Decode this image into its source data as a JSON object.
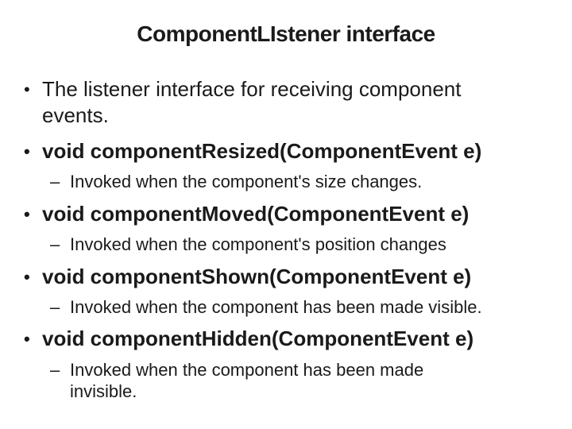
{
  "slide": {
    "title": "ComponentLIstener interface",
    "markers": {
      "level1": "•",
      "level2": "–"
    },
    "bullets": [
      {
        "level": 1,
        "style": "regular",
        "text": [
          "The listener interface for receiving component",
          "events."
        ]
      },
      {
        "level": 1,
        "style": "bold",
        "text": "void componentResized(ComponentEvent e)"
      },
      {
        "level": 2,
        "style": "regular",
        "text": "Invoked when the component's size changes."
      },
      {
        "level": 1,
        "style": "bold",
        "text": "void componentMoved(ComponentEvent e)"
      },
      {
        "level": 2,
        "style": "regular",
        "text": "Invoked when the component's position changes"
      },
      {
        "level": 1,
        "style": "bold",
        "text": "void componentShown(ComponentEvent e)"
      },
      {
        "level": 2,
        "style": "regular",
        "text": "Invoked when the component has been made visible."
      },
      {
        "level": 1,
        "style": "bold",
        "text": "void componentHidden(ComponentEvent e)"
      },
      {
        "level": 2,
        "style": "regular",
        "text": [
          "Invoked when the component has been made",
          "invisible."
        ]
      }
    ],
    "colors": {
      "background": "#ffffff",
      "text": "#1a1a1a"
    }
  }
}
